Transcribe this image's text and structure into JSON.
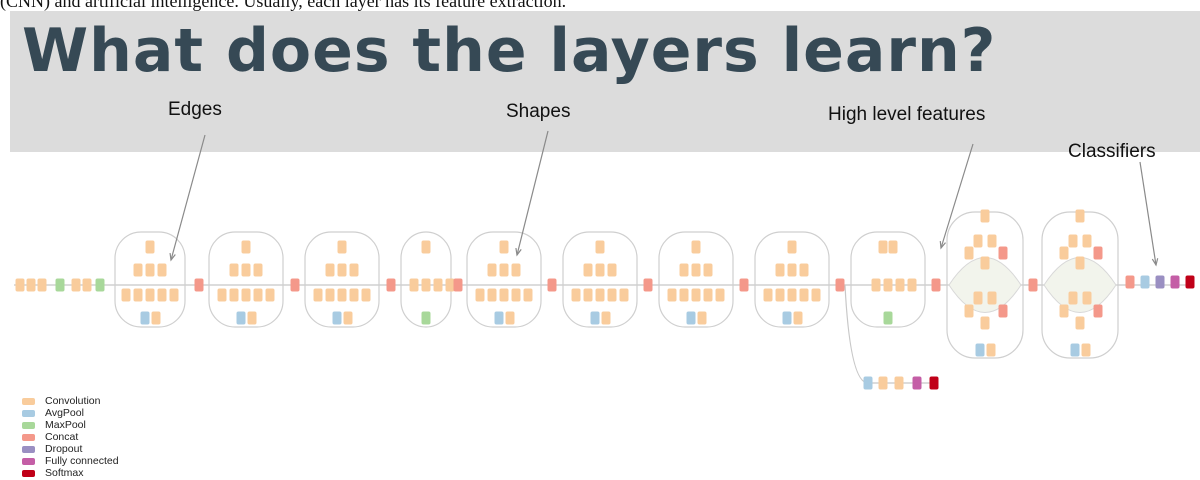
{
  "top_text": "(CNN) and artificial intelligence. Usually, each layer has its feature extraction.",
  "title": "What does the layers learn?",
  "labels": {
    "edges": "Edges",
    "shapes": "Shapes",
    "high_level": "High level features",
    "classifiers": "Classifiers"
  },
  "colors": {
    "convolution": "#f9cc9c",
    "avgpool": "#a8cbe2",
    "maxpool": "#a8d89a",
    "concat": "#f4988a",
    "dropout": "#9a8fc2",
    "fully_connected": "#c45ea6",
    "softmax": "#c00018",
    "band": "#dcdcdc",
    "title": "#364955"
  },
  "legend": [
    {
      "label": "Convolution",
      "color": "#f9cc9c"
    },
    {
      "label": "AvgPool",
      "color": "#a8cbe2"
    },
    {
      "label": "MaxPool",
      "color": "#a8d89a"
    },
    {
      "label": "Concat",
      "color": "#f4988a"
    },
    {
      "label": "Dropout",
      "color": "#9a8fc2"
    },
    {
      "label": "Fully connected",
      "color": "#c45ea6"
    },
    {
      "label": "Softmax",
      "color": "#c00018"
    }
  ]
}
